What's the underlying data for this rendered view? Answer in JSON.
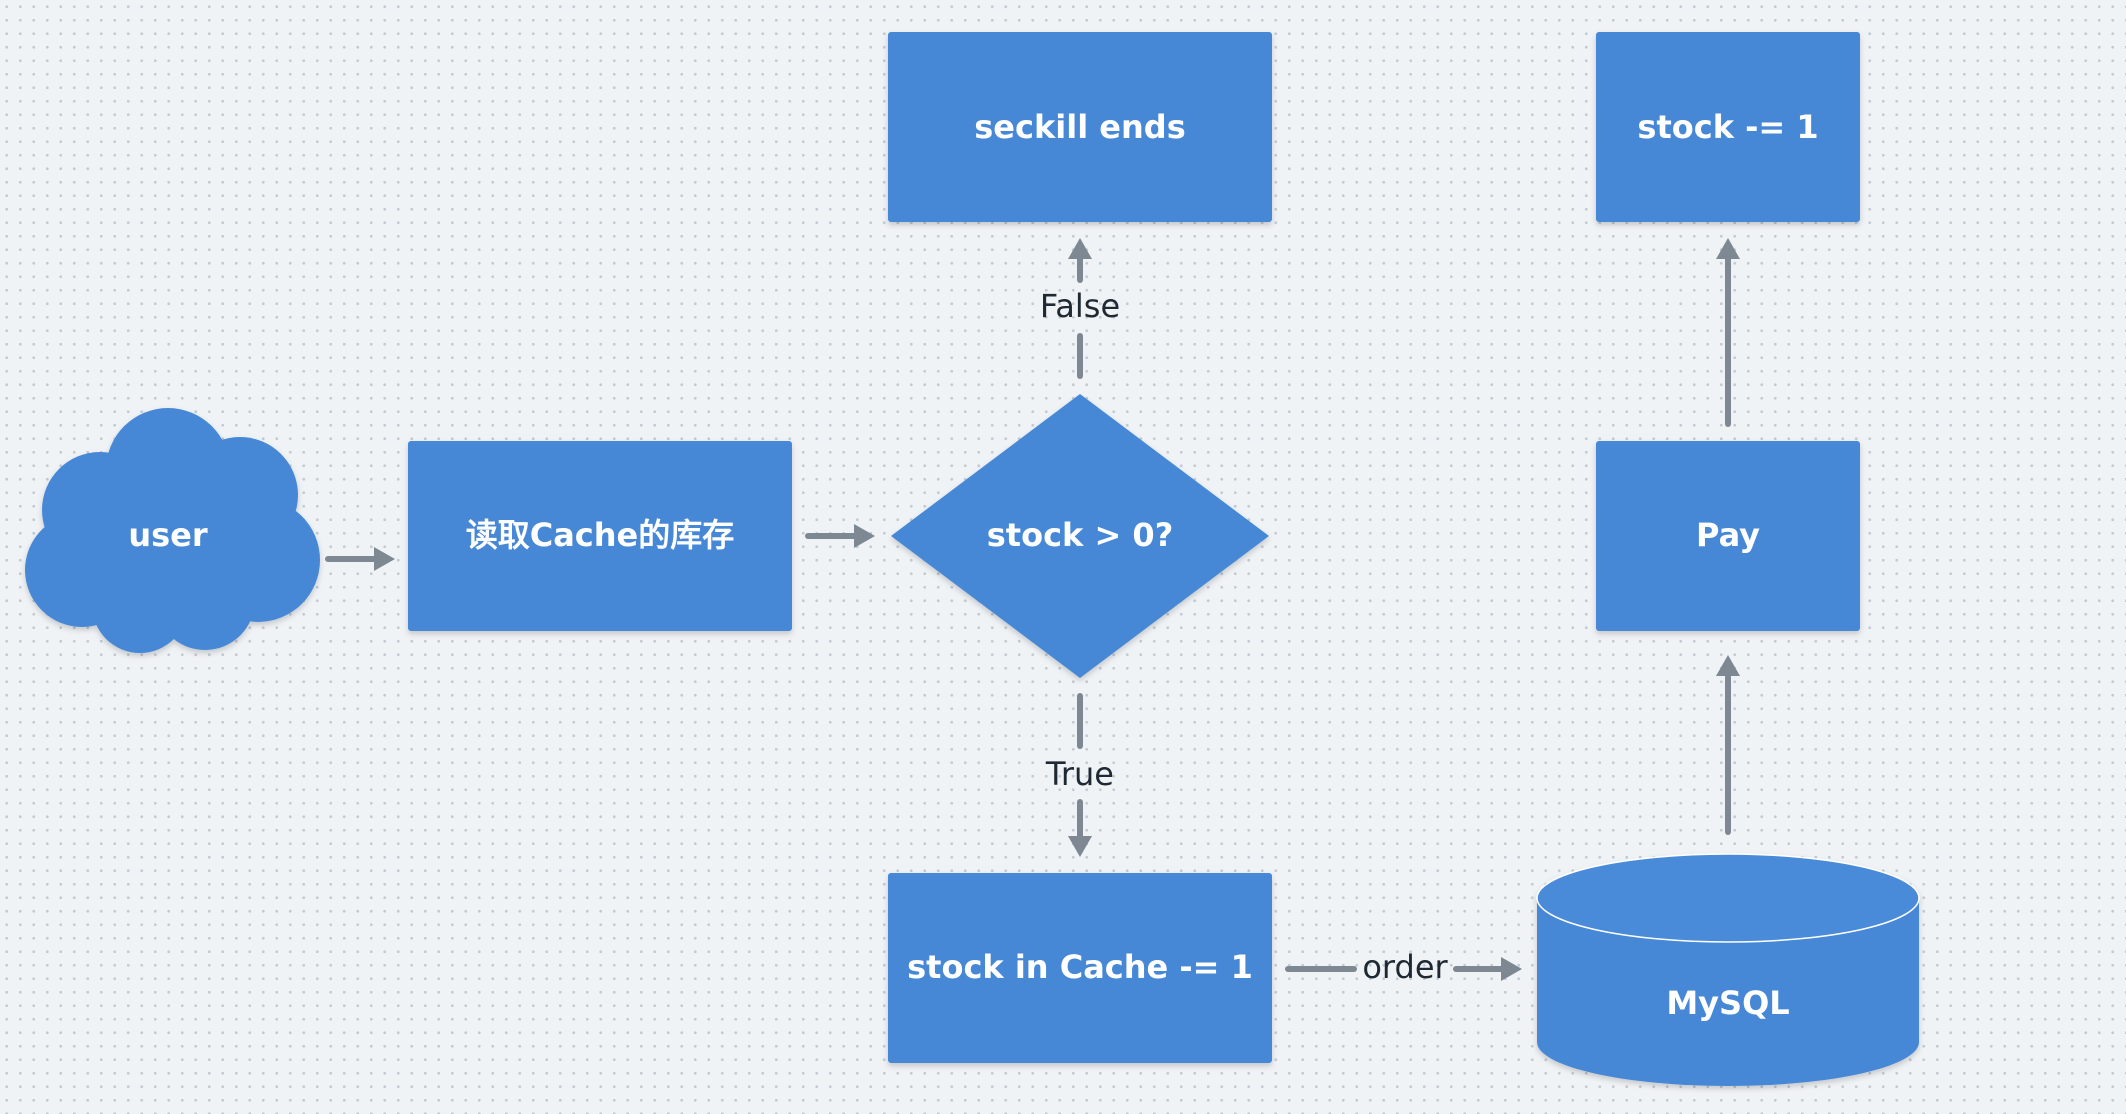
{
  "nodes": {
    "user": "user",
    "read_cache": "读取Cache的库存",
    "decision": "stock > 0?",
    "seckill_ends": "seckill ends",
    "decrement_cache": "stock in Cache -= 1",
    "mysql": "MySQL",
    "pay": "Pay",
    "stock_decrement": "stock -= 1"
  },
  "edges": {
    "false_label": "False",
    "true_label": "True",
    "order_label": "order"
  },
  "colors": {
    "node_fill": "#4788d6",
    "edge": "#7d8893",
    "background": "#f0f3f6",
    "node_text": "#ffffff",
    "edge_text": "#1f2933"
  }
}
